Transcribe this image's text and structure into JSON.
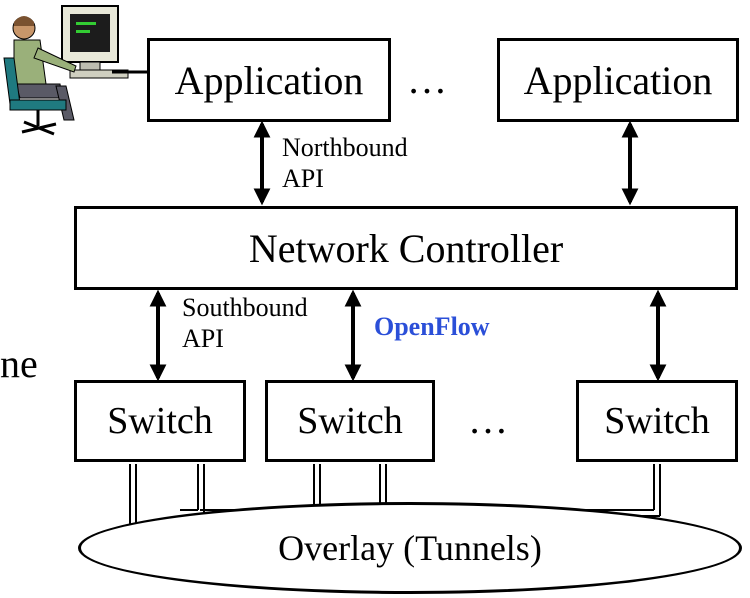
{
  "colors": {
    "stroke": "#000000",
    "openflow": "#2b4fd8"
  },
  "applications": [
    {
      "label": "Application"
    },
    {
      "label": "Application"
    }
  ],
  "apps_ellipsis": "…",
  "northbound": {
    "line1": "Northbound",
    "line2": "API"
  },
  "controller": {
    "label": "Network Controller"
  },
  "southbound": {
    "line1": "Southbound",
    "line2": "API"
  },
  "openflow": "OpenFlow",
  "switches": [
    {
      "label": "Switch"
    },
    {
      "label": "Switch"
    },
    {
      "label": "Switch"
    }
  ],
  "switch_ellipsis": "…",
  "overlay": {
    "label": "Overlay (Tunnels)"
  },
  "clipped_text": "ne",
  "icons": {
    "user": "user-at-computer-icon"
  }
}
